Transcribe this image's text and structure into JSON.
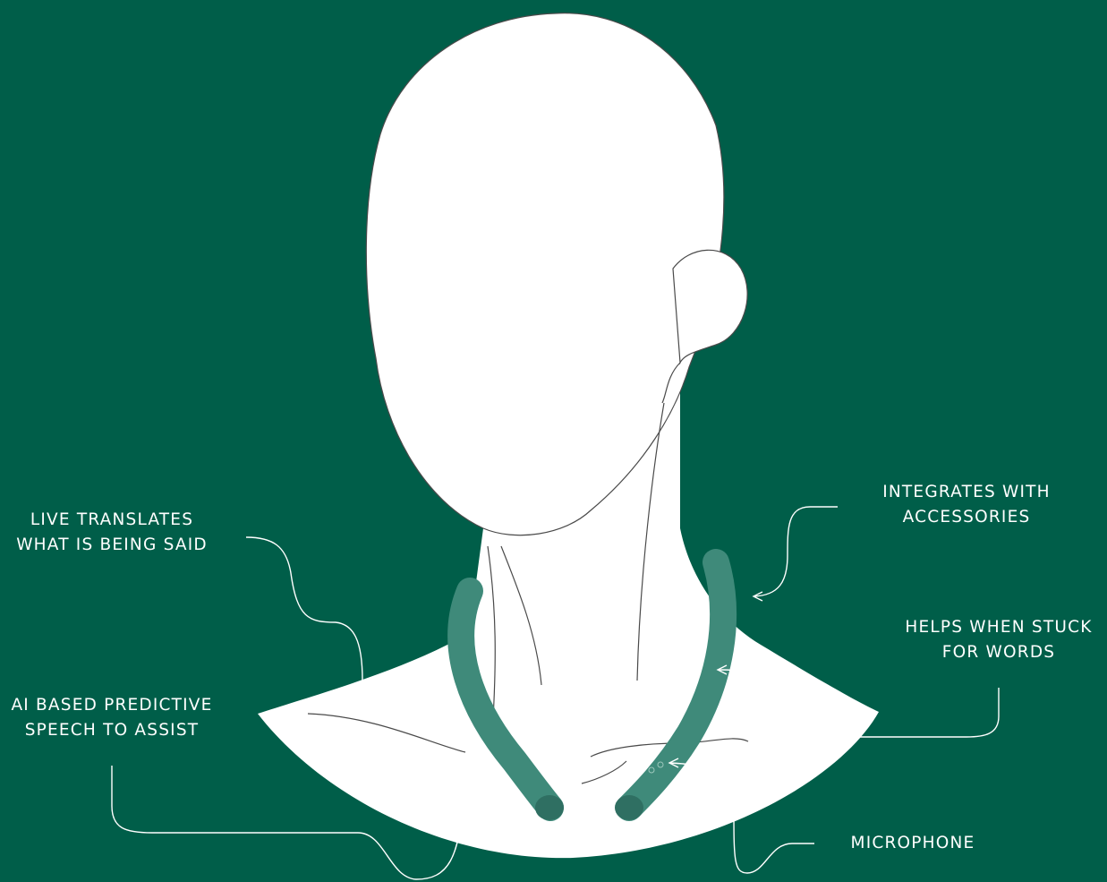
{
  "colors": {
    "background": "#005e49",
    "figure": "#ffffff",
    "device": "#3f8a7a",
    "lines": "#ffffff"
  },
  "callouts": {
    "live_translates": [
      "LIVE TRANSLATES",
      "WHAT IS BEING SAID"
    ],
    "ai_predictive": [
      "AI BASED PREDICTIVE",
      "SPEECH TO ASSIST"
    ],
    "integrates": [
      "INTEGRATES WITH",
      "ACCESSORIES"
    ],
    "helps_stuck": [
      "HELPS WHEN STUCK",
      "FOR WORDS"
    ],
    "microphone": [
      "MICROPHONE"
    ]
  },
  "icons": [
    "head-figure-icon",
    "neckband-device-icon"
  ]
}
